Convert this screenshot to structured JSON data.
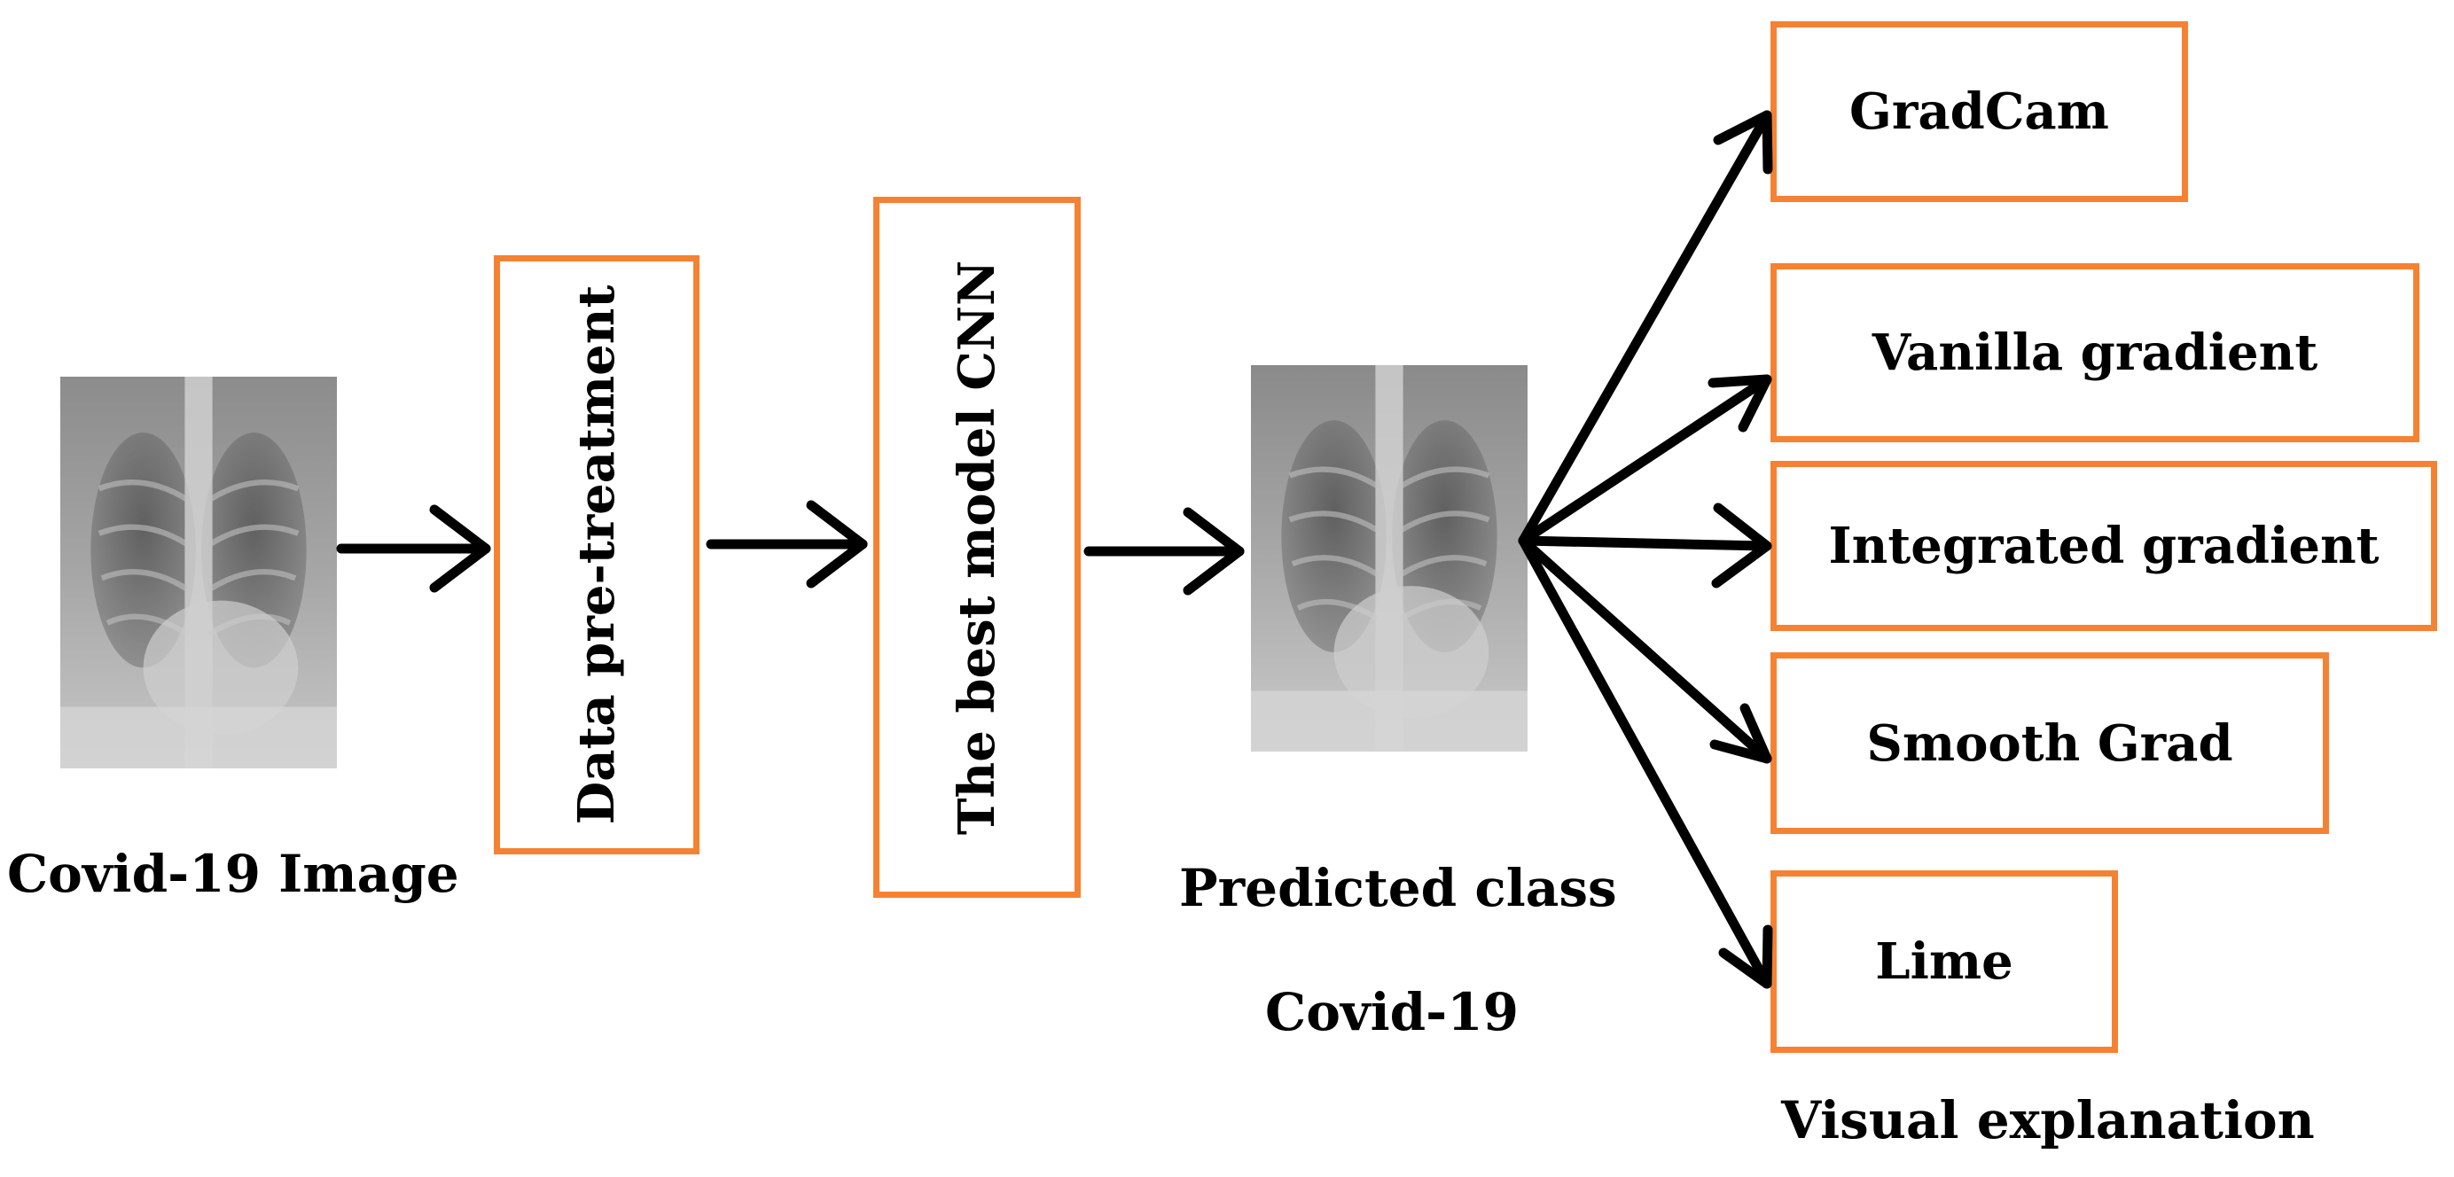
{
  "input": {
    "caption": "Covid-19 Image",
    "image_icon": "chest-xray-image"
  },
  "steps": [
    {
      "label": "Data pre-treatment"
    },
    {
      "label": "The best model CNN"
    }
  ],
  "output": {
    "image_icon": "chest-xray-image",
    "caption_line1": "Predicted class",
    "caption_line2": "Covid-19"
  },
  "explanations": [
    {
      "label": "GradCam"
    },
    {
      "label": "Vanilla gradient"
    },
    {
      "label": "Integrated gradient"
    },
    {
      "label": "Smooth Grad"
    },
    {
      "label": "Lime"
    }
  ],
  "explanations_caption": "Visual explanation",
  "colors": {
    "box_border": "#f58233",
    "arrow": "#000000",
    "text": "#000000"
  }
}
